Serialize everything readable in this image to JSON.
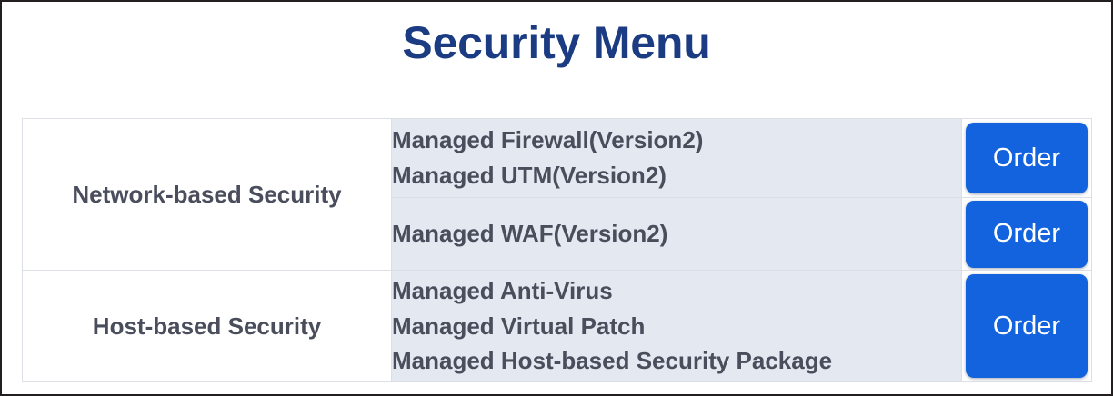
{
  "header": {
    "title": "Security Menu",
    "title_color": "#1b3c82"
  },
  "theme": {
    "item_cell_background": "#e4e8f0",
    "button_background": "#1363df",
    "button_text_color": "#ffffff",
    "text_color": "#4a4e5c",
    "border_color": "#dcdfe4",
    "page_border_color": "#231f20"
  },
  "table": {
    "rows": [
      {
        "category": "Network-based Security",
        "category_rowspan": 2,
        "items": [
          "Managed Firewall(Version2)",
          "Managed UTM(Version2)"
        ],
        "order_label": "Order"
      },
      {
        "category": "",
        "items": [
          "Managed WAF(Version2)"
        ],
        "order_label": "Order"
      },
      {
        "category": "Host-based Security",
        "category_rowspan": 1,
        "items": [
          "Managed Anti-Virus",
          "Managed Virtual Patch",
          "Managed Host-based Security Package"
        ],
        "order_label": "Order"
      }
    ]
  }
}
